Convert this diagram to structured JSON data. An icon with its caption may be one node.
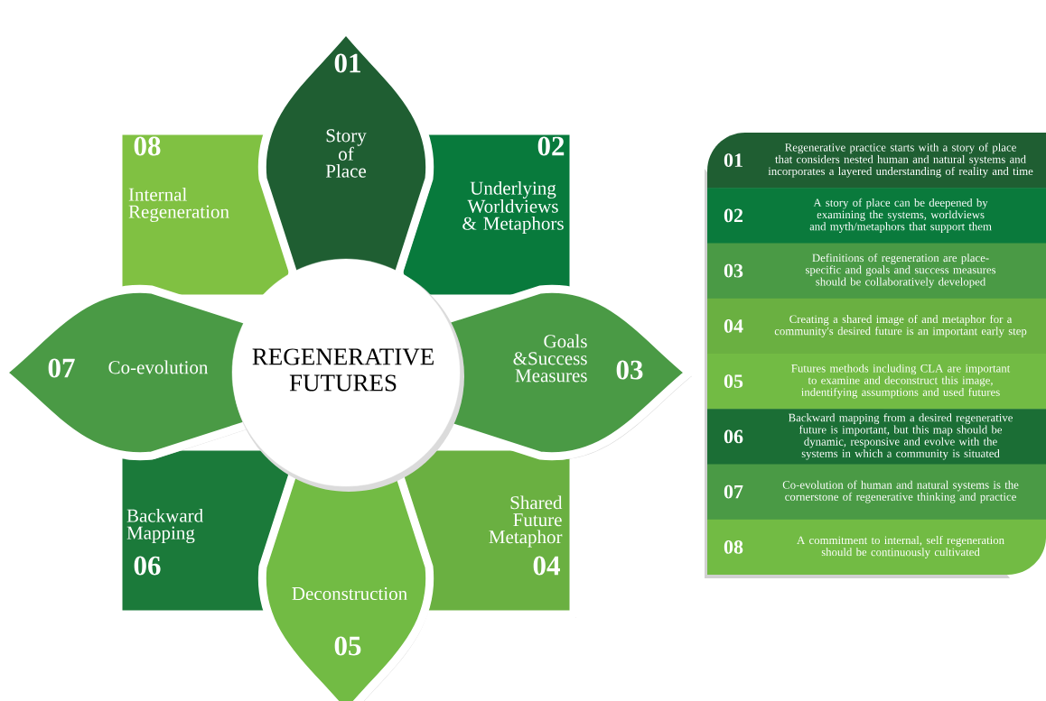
{
  "diagram": {
    "nodes": [
      {
        "text": [
          "REGENERATIVE FUTURES"
        ]
      },
      {
        "text": [
          "01",
          "Story of Place"
        ]
      },
      {
        "text": [
          "02",
          "Underlying Worldviews & Metaphors"
        ]
      },
      {
        "text": [
          "Goals &Success Measures",
          "03"
        ]
      },
      {
        "text": [
          "Shared Future Metaphor",
          "04"
        ]
      },
      {
        "text": [
          "Deconstruction",
          "05"
        ]
      },
      {
        "text": [
          "Backward Mapping",
          "06"
        ]
      },
      {
        "text": [
          "07",
          "Co-evolution"
        ]
      },
      {
        "text": [
          "08",
          "Internal Regeneration"
        ]
      },
      {
        "text": [
          "01",
          "Regenerative practice starts with a story of place that considers nested human and natural systems and incorporates a layered understanding of reality and time"
        ]
      },
      {
        "text": [
          "02",
          "A story of place can be deepened by examining the systems, worldviews and myth/metaphors that support them"
        ]
      },
      {
        "text": [
          "03",
          "Definitions of regeneration are place-specific and goals and success measures should be collaboratively developed"
        ]
      },
      {
        "text": [
          "04",
          "Creating a shared image of and metaphor for a community's desired future is an important early step"
        ]
      },
      {
        "text": [
          "05",
          "Futures methods including CLA are important to examine and deconstruct this image, indentifying assumptions and used futures"
        ]
      },
      {
        "text": [
          "06",
          "Backward mapping from a desired regenerative future is important, but this map should be dynamic, responsive and evolve with the systems in which a community is situated"
        ]
      },
      {
        "text": [
          "07",
          "Co-evolution of human and natural systems is the cornerstone of regenerative thinking and practice"
        ]
      },
      {
        "text": [
          "08",
          "A commitment to internal, self regeneration should be continuously cultivated"
        ]
      }
    ]
  }
}
